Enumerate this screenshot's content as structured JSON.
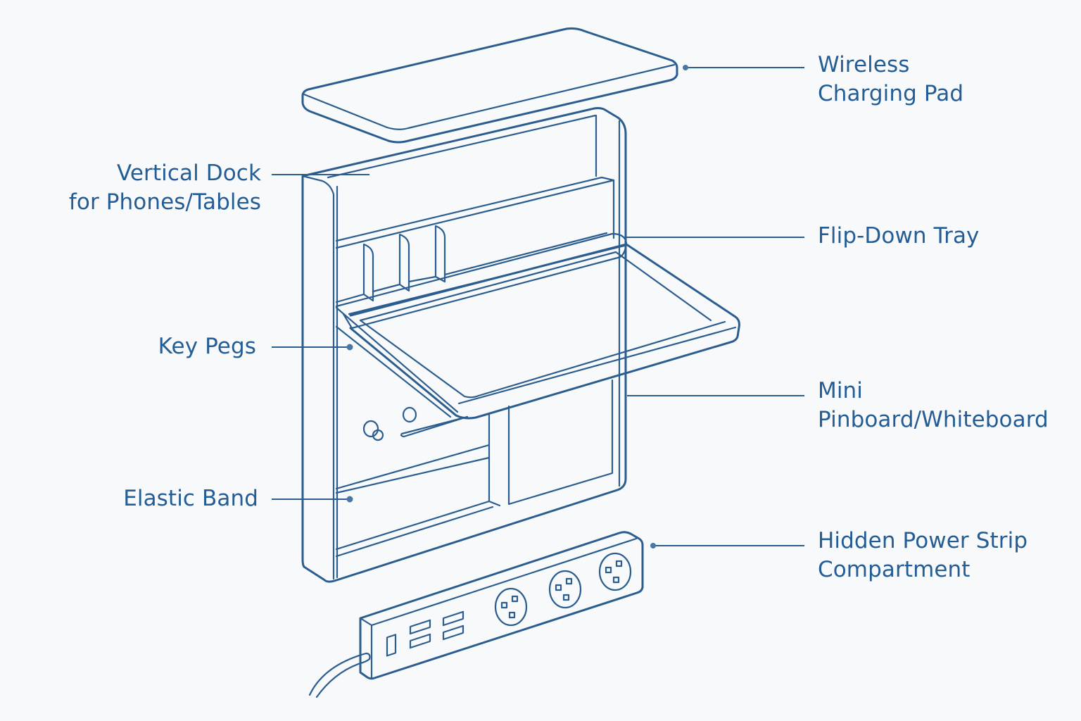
{
  "diagram": {
    "subject": "Wall-mounted organizer with flip-down tray and power strip",
    "colors": {
      "line": "#2b5d8f",
      "text": "#245d95",
      "background": "#f8f9fa"
    },
    "callouts": {
      "wireless_charging_pad": {
        "lines": [
          "Wireless",
          "Charging Pad"
        ],
        "side": "right"
      },
      "vertical_dock": {
        "lines": [
          "Vertical Dock",
          "for Phones/Tables"
        ],
        "side": "left"
      },
      "flip_down_tray": {
        "lines": [
          "Flip-Down Tray"
        ],
        "side": "right"
      },
      "key_pegs": {
        "lines": [
          "Key Pegs"
        ],
        "side": "left"
      },
      "mini_pinboard": {
        "lines": [
          "Mini",
          "Pinboard/Whiteboard"
        ],
        "side": "right"
      },
      "elastic_band": {
        "lines": [
          "Elastic Band"
        ],
        "side": "left"
      },
      "hidden_power_strip": {
        "lines": [
          "Hidden Power Strip",
          "Compartment"
        ],
        "side": "right"
      }
    },
    "power_strip": {
      "switches": 1,
      "usb_port_pairs": 2,
      "ac_outlets": 3
    }
  }
}
